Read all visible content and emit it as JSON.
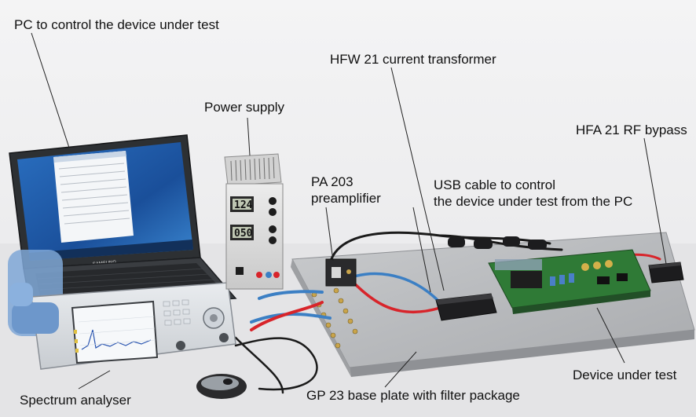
{
  "labels": {
    "pc": "PC to control the device under test",
    "power_supply": "Power supply",
    "hfw21": "HFW 21 current transformer",
    "hfa21": "HFA 21 RF bypass",
    "pa203_line1": "PA 203",
    "pa203_line2": "preamplifier",
    "usb_line1": "USB cable to control",
    "usb_line2": "the device under test from the PC",
    "spectrum_analyser": "Spectrum analyser",
    "gp23": "GP 23 base plate with filter package",
    "dut": "Device under test"
  },
  "laptop": {
    "brand": "SAMSUNG"
  },
  "power_supply_display": {
    "top_reading": "124",
    "bottom_reading": "050"
  },
  "colors": {
    "background": "#eeeeef",
    "label_text": "#111111",
    "leader_line": "#222222",
    "base_plate": "#b9bbbd",
    "pcb_green": "#2f7a36",
    "cable_red": "#d8242a",
    "cable_blue": "#3b7fc4",
    "analyser_blue": "#7fa7d6"
  }
}
